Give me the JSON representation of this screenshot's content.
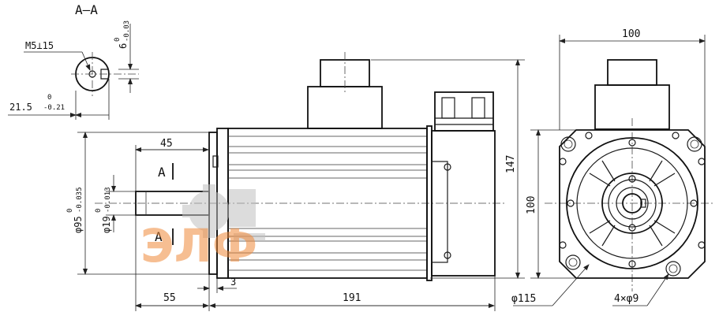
{
  "section_view": {
    "title": "A—A",
    "thread_label": "M5⊥15",
    "keyway_label": "6",
    "keyway_tol_upper": "0",
    "keyway_tol_lower": "-0.03",
    "shaft_height_label": "21.5",
    "shaft_height_tol_upper": "0",
    "shaft_height_tol_lower": "-0.21"
  },
  "side_view": {
    "section_mark_top": "A",
    "section_mark_bottom": "A",
    "dim_45": "45",
    "dim_flange_dia": "φ95",
    "dim_flange_tol_upper": "0",
    "dim_flange_tol_lower": "-0.035",
    "dim_shaft_dia": "φ19",
    "dim_shaft_tol_upper": "0",
    "dim_shaft_tol_lower": "-0.013",
    "dim_55": "55",
    "dim_3": "3",
    "dim_191": "191",
    "dim_147": "147"
  },
  "front_view": {
    "dim_width": "100",
    "dim_height": "100",
    "dim_pcd": "φ115",
    "dim_holes": "4×φ9"
  },
  "watermark": {
    "text": "ЭЛФ"
  }
}
